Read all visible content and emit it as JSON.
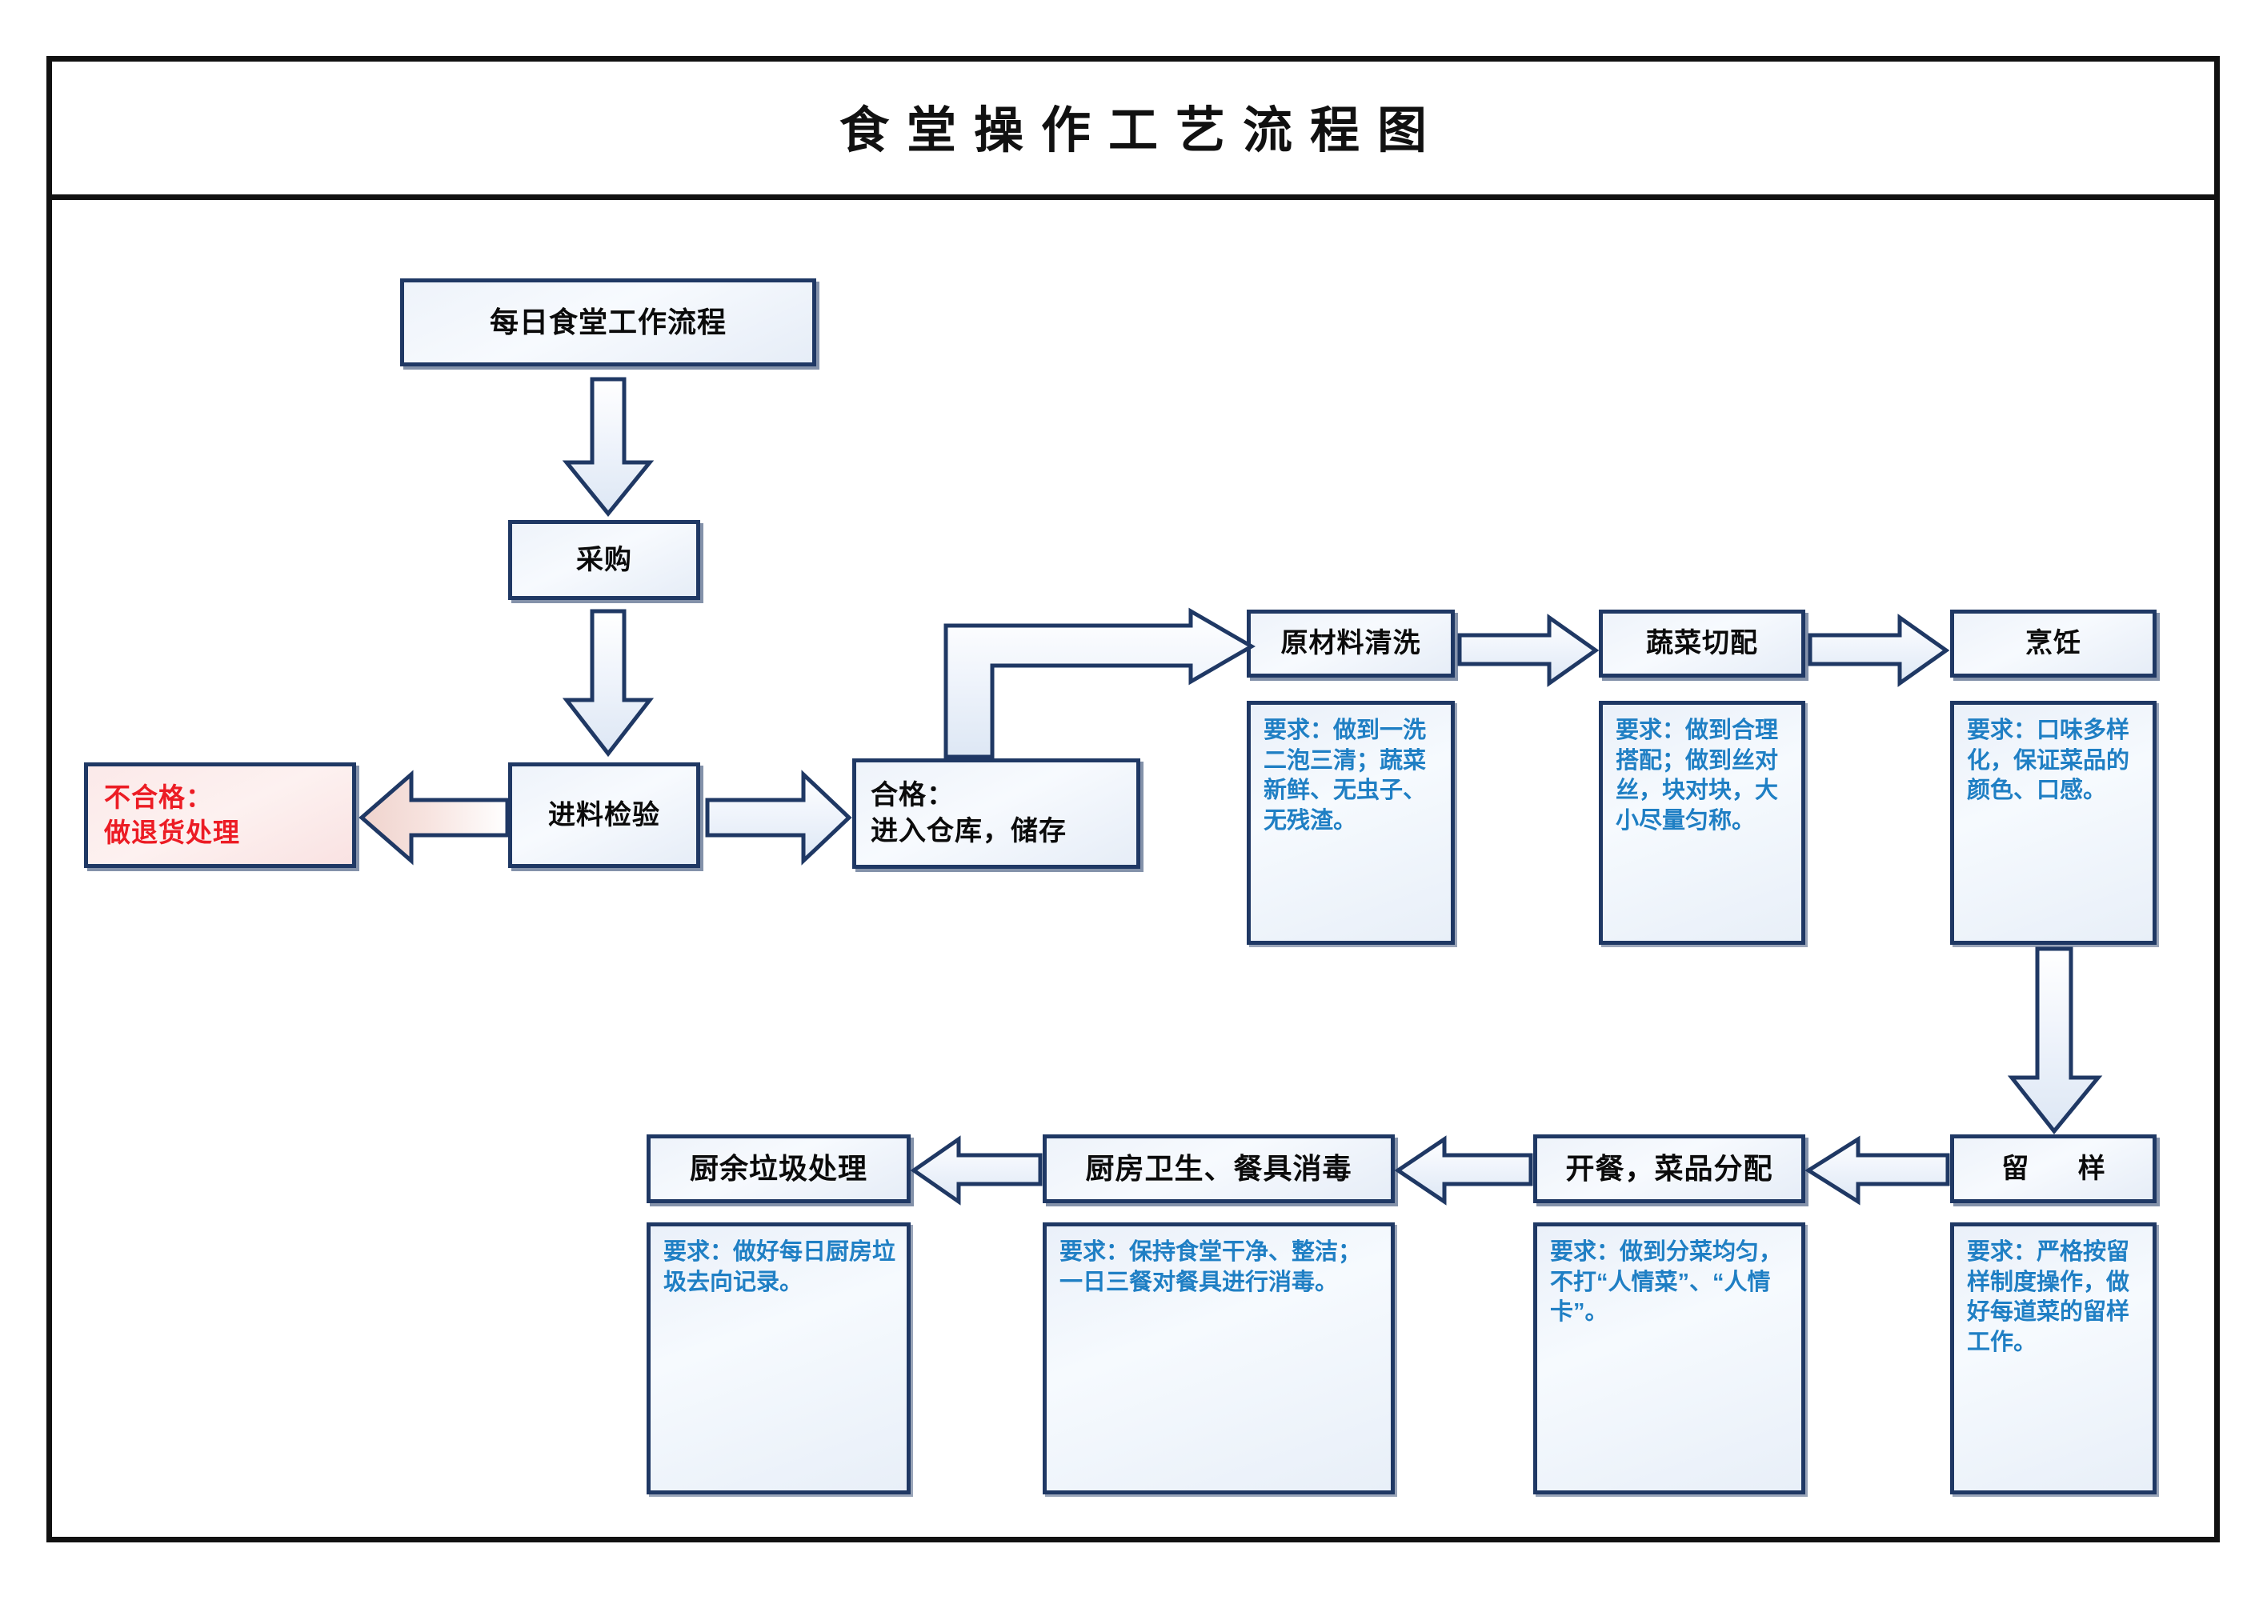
{
  "title": "食堂操作工艺流程图",
  "colors": {
    "border": "#1F3864",
    "node_fill": "#eef3fa",
    "note_text": "#1f7fc4",
    "reject_text": "#ec1c24",
    "reject_fill": "#fbe9e9",
    "frame": "#111111"
  },
  "nodes": {
    "start": {
      "label": "每日食堂工作流程"
    },
    "purchase": {
      "label": "采购"
    },
    "inspect": {
      "label": "进料检验"
    },
    "reject": {
      "label": "不合格：\n做退货处理"
    },
    "pass": {
      "label": "合格：\n进入仓库，储存"
    },
    "wash": {
      "label": "原材料清洗"
    },
    "cut": {
      "label": "蔬菜切配"
    },
    "cook": {
      "label": "烹饪"
    },
    "sample": {
      "label": "留 样"
    },
    "serve": {
      "label": "开餐，菜品分配"
    },
    "hygiene": {
      "label": "厨房卫生、餐具消毒"
    },
    "waste": {
      "label": "厨余垃圾处理"
    }
  },
  "notes": {
    "wash": "要求：做到一洗二泡三清；蔬菜新鲜、无虫子、无残渣。",
    "cut": "要求：做到合理搭配；做到丝对丝，块对块，大小尽量匀称。",
    "cook": "要求：口味多样化，保证菜品的颜色、口感。",
    "sample": "要求：严格按留样制度操作，做好每道菜的留样工作。",
    "serve": "要求：做到分菜均匀，不打“人情菜”、“人情卡”。",
    "hygiene": "要求：保持食堂干净、整洁；一日三餐对餐具进行消毒。",
    "waste": "要求：做好每日厨房垃圾去向记录。"
  },
  "arrows": [
    {
      "name": "start-to-purchase",
      "direction": "down"
    },
    {
      "name": "purchase-to-inspect",
      "direction": "down"
    },
    {
      "name": "inspect-to-reject",
      "direction": "left"
    },
    {
      "name": "inspect-to-pass",
      "direction": "right"
    },
    {
      "name": "pass-to-wash",
      "direction": "elbow-up-right"
    },
    {
      "name": "wash-to-cut",
      "direction": "right"
    },
    {
      "name": "cut-to-cook",
      "direction": "right"
    },
    {
      "name": "cook-to-sample",
      "direction": "down"
    },
    {
      "name": "sample-to-serve",
      "direction": "left"
    },
    {
      "name": "serve-to-hygiene",
      "direction": "left"
    },
    {
      "name": "hygiene-to-waste",
      "direction": "left"
    }
  ]
}
